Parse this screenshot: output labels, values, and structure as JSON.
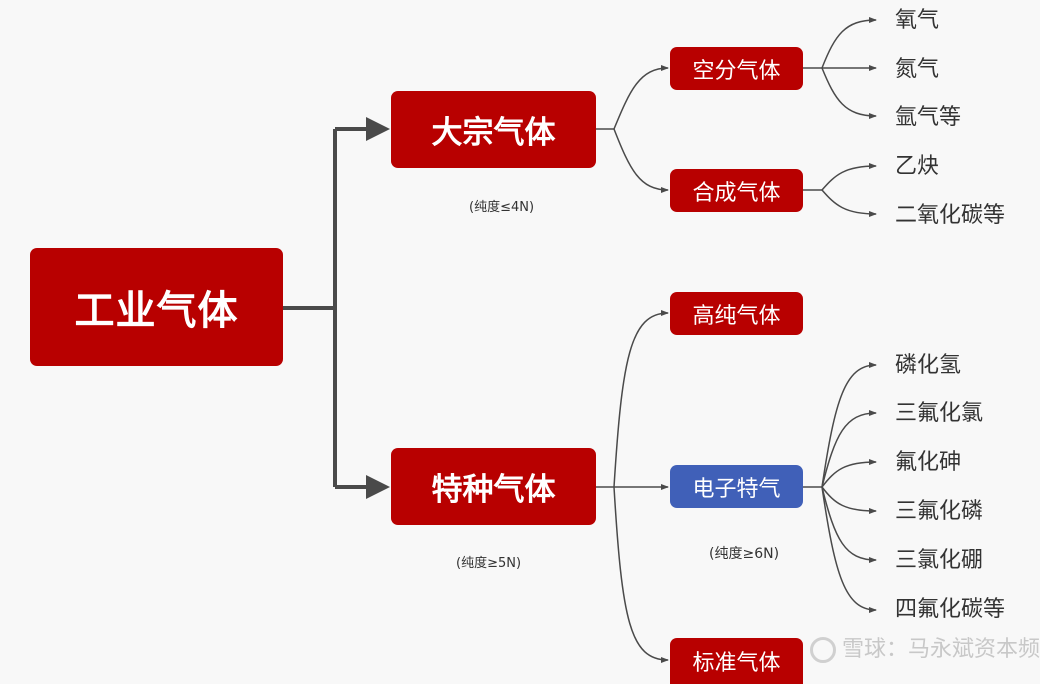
{
  "root": {
    "label": "工业气体"
  },
  "categories": [
    {
      "label": "大宗气体",
      "note": "(纯度≤4N)",
      "children": [
        {
          "label": "空分气体",
          "items": [
            "氧气",
            "氮气",
            "氩气等"
          ]
        },
        {
          "label": "合成气体",
          "items": [
            "乙炔",
            "二氧化碳等"
          ]
        }
      ]
    },
    {
      "label": "特种气体",
      "note": "(纯度≥5N)",
      "children": [
        {
          "label": "高纯气体",
          "items": []
        },
        {
          "label": "电子特气",
          "note": "(纯度≥6N)",
          "items": [
            "磷化氢",
            "三氟化氯",
            "氟化砷",
            "三氟化磷",
            "三氯化硼",
            "四氟化碳等"
          ]
        },
        {
          "label": "标准气体",
          "items": []
        }
      ]
    }
  ],
  "watermark": {
    "text": "雪球：马永斌资本频道"
  },
  "colors": {
    "primary": "#b80000",
    "highlight": "#4060b8",
    "line": "#4a4a4a"
  }
}
